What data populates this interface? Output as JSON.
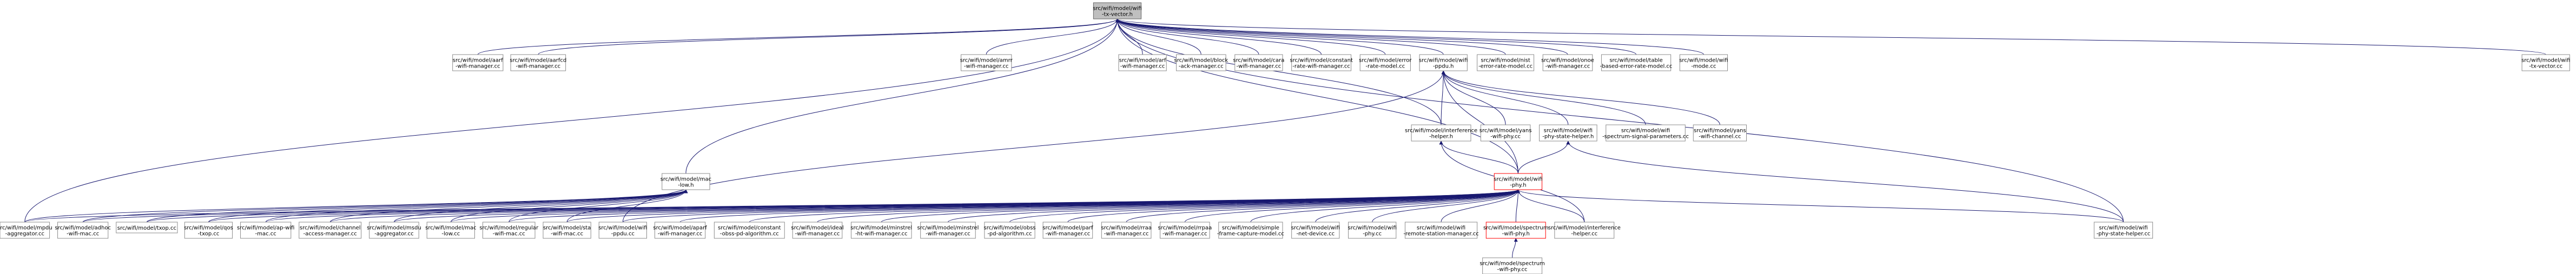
{
  "colors": {
    "edge": "#191970",
    "root_fill": "#bfbfbf",
    "node_border": "#8c8c8c",
    "highlight_border": "#ff0000"
  },
  "nodes": [
    {
      "id": "root",
      "lines": [
        "src/wifi/model/wifi",
        "-tx-vector.h"
      ],
      "style": "root"
    },
    {
      "id": "aarf_mgr",
      "lines": [
        "src/wifi/model/aarf",
        "-wifi-manager.cc"
      ]
    },
    {
      "id": "aarfcd_mgr",
      "lines": [
        "src/wifi/model/aarfcd",
        "-wifi-manager.cc"
      ]
    },
    {
      "id": "amrr_mgr",
      "lines": [
        "src/wifi/model/amrr",
        "-wifi-manager.cc"
      ]
    },
    {
      "id": "arf_mgr",
      "lines": [
        "src/wifi/model/arf",
        "-wifi-manager.cc"
      ]
    },
    {
      "id": "block_ack_mgr",
      "lines": [
        "src/wifi/model/block",
        "-ack-manager.cc"
      ]
    },
    {
      "id": "cara_mgr",
      "lines": [
        "src/wifi/model/cara",
        "-wifi-manager.cc"
      ]
    },
    {
      "id": "const_rate_mgr",
      "lines": [
        "src/wifi/model/constant",
        "-rate-wifi-manager.cc"
      ]
    },
    {
      "id": "error_rate_model",
      "lines": [
        "src/wifi/model/error",
        "-rate-model.cc"
      ]
    },
    {
      "id": "ppdu_h",
      "lines": [
        "src/wifi/model/wifi",
        "-ppdu.h"
      ]
    },
    {
      "id": "nist_error",
      "lines": [
        "src/wifi/model/nist",
        "-error-rate-model.cc"
      ]
    },
    {
      "id": "onoe_mgr",
      "lines": [
        "src/wifi/model/onoe",
        "-wifi-manager.cc"
      ]
    },
    {
      "id": "table_error",
      "lines": [
        "src/wifi/model/table",
        "-based-error-rate-model.cc"
      ]
    },
    {
      "id": "wifi_mode",
      "lines": [
        "src/wifi/model/wifi",
        "-mode.cc"
      ]
    },
    {
      "id": "tx_vector_cc",
      "lines": [
        "src/wifi/model/wifi",
        "-tx-vector.cc"
      ]
    },
    {
      "id": "interference_h",
      "lines": [
        "src/wifi/model/interference",
        "-helper.h"
      ]
    },
    {
      "id": "yans_phy",
      "lines": [
        "src/wifi/model/yans",
        "-wifi-phy.cc"
      ]
    },
    {
      "id": "phy_state_helper_h",
      "lines": [
        "src/wifi/model/wifi",
        "-phy-state-helper.h"
      ]
    },
    {
      "id": "spectrum_signal",
      "lines": [
        "src/wifi/model/wifi",
        "-spectrum-signal-parameters.cc"
      ]
    },
    {
      "id": "yans_channel",
      "lines": [
        "src/wifi/model/yans",
        "-wifi-channel.cc"
      ]
    },
    {
      "id": "mac_low_h",
      "lines": [
        "src/wifi/model/mac",
        "-low.h"
      ]
    },
    {
      "id": "wifi_phy_h",
      "lines": [
        "src/wifi/model/wifi",
        "-phy.h"
      ],
      "style": "hl"
    },
    {
      "id": "phy_state_helper_cc",
      "lines": [
        "src/wifi/model/wifi",
        "-phy-state-helper.cc"
      ]
    },
    {
      "id": "mpdu_agg",
      "lines": [
        "src/wifi/model/mpdu",
        "-aggregator.cc"
      ]
    },
    {
      "id": "adhoc_mac",
      "lines": [
        "src/wifi/model/adhoc",
        "-wifi-mac.cc"
      ]
    },
    {
      "id": "txop",
      "lines": [
        "src/wifi/model/txop.cc"
      ]
    },
    {
      "id": "qos_txop",
      "lines": [
        "src/wifi/model/qos",
        "-txop.cc"
      ]
    },
    {
      "id": "ap_mac",
      "lines": [
        "src/wifi/model/ap-wifi",
        "-mac.cc"
      ]
    },
    {
      "id": "channel_access",
      "lines": [
        "src/wifi/model/channel",
        "-access-manager.cc"
      ]
    },
    {
      "id": "msdu_agg",
      "lines": [
        "src/wifi/model/msdu",
        "-aggregator.cc"
      ]
    },
    {
      "id": "mac_low_cc",
      "lines": [
        "src/wifi/model/mac",
        "-low.cc"
      ]
    },
    {
      "id": "regular_mac",
      "lines": [
        "src/wifi/model/regular",
        "-wifi-mac.cc"
      ]
    },
    {
      "id": "sta_mac",
      "lines": [
        "src/wifi/model/sta",
        "-wifi-mac.cc"
      ]
    },
    {
      "id": "ppdu_cc",
      "lines": [
        "src/wifi/model/wifi",
        "-ppdu.cc"
      ]
    },
    {
      "id": "aparf_mgr",
      "lines": [
        "src/wifi/model/aparf",
        "-wifi-manager.cc"
      ]
    },
    {
      "id": "const_obss",
      "lines": [
        "src/wifi/model/constant",
        "-obss-pd-algorithm.cc"
      ]
    },
    {
      "id": "ideal_mgr",
      "lines": [
        "src/wifi/model/ideal",
        "-wifi-manager.cc"
      ]
    },
    {
      "id": "minstrel_ht",
      "lines": [
        "src/wifi/model/minstrel",
        "-ht-wifi-manager.cc"
      ]
    },
    {
      "id": "minstrel_mgr",
      "lines": [
        "src/wifi/model/minstrel",
        "-wifi-manager.cc"
      ]
    },
    {
      "id": "obss_pd",
      "lines": [
        "src/wifi/model/obss",
        "-pd-algorithm.cc"
      ]
    },
    {
      "id": "parf_mgr",
      "lines": [
        "src/wifi/model/parf",
        "-wifi-manager.cc"
      ]
    },
    {
      "id": "rraa_mgr",
      "lines": [
        "src/wifi/model/rraa",
        "-wifi-manager.cc"
      ]
    },
    {
      "id": "rrpaa_mgr",
      "lines": [
        "src/wifi/model/rrpaa",
        "-wifi-manager.cc"
      ]
    },
    {
      "id": "simple_capture",
      "lines": [
        "src/wifi/model/simple",
        "-frame-capture-model.cc"
      ]
    },
    {
      "id": "net_device",
      "lines": [
        "src/wifi/model/wifi",
        "-net-device.cc"
      ]
    },
    {
      "id": "wifi_phy_cc",
      "lines": [
        "src/wifi/model/wifi",
        "-phy.cc"
      ]
    },
    {
      "id": "remote_station",
      "lines": [
        "src/wifi/model/wifi",
        "-remote-station-manager.cc"
      ]
    },
    {
      "id": "spectrum_phy_h",
      "lines": [
        "src/wifi/model/spectrum",
        "-wifi-phy.h"
      ],
      "style": "hl"
    },
    {
      "id": "interference_cc",
      "lines": [
        "src/wifi/model/interference",
        "-helper.cc"
      ]
    },
    {
      "id": "spectrum_phy_cc",
      "lines": [
        "src/wifi/model/spectrum",
        "-wifi-phy.cc"
      ]
    }
  ]
}
